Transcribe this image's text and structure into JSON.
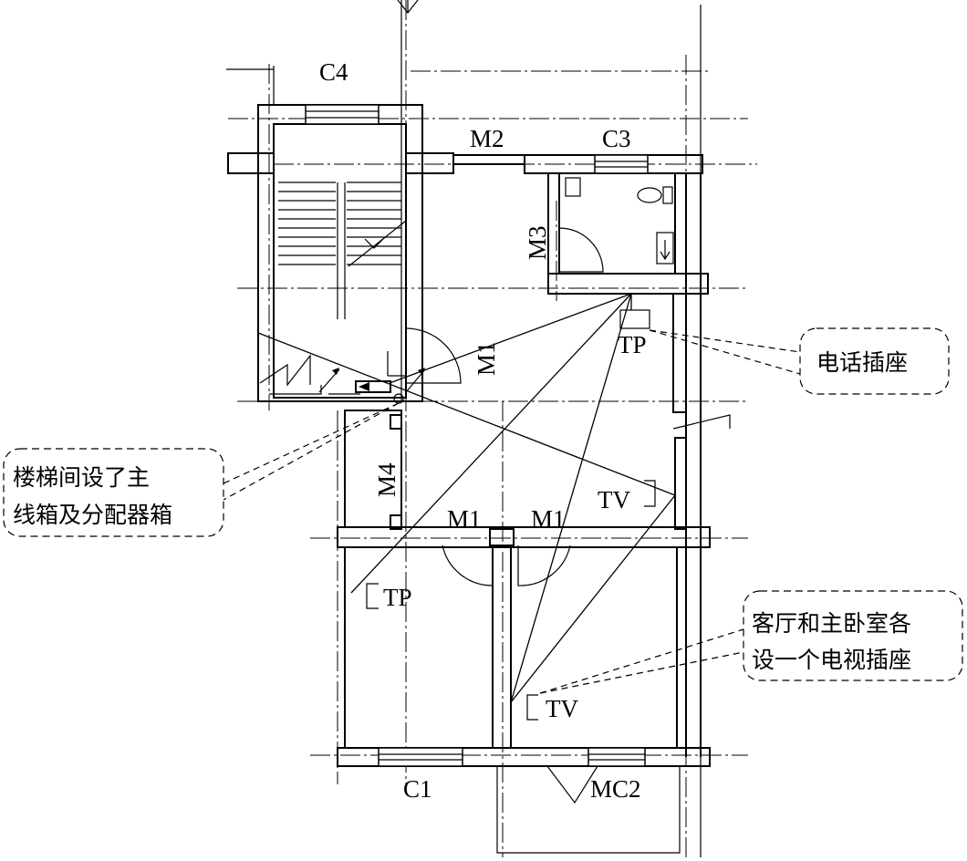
{
  "labels": {
    "c4": "C4",
    "m2": "M2",
    "c3": "C3",
    "m3": "M3",
    "m1_stair": "M1",
    "tp_upper": "TP",
    "m4": "M4",
    "m1_left": "M1",
    "m1_right": "M1",
    "tv_upper": "TV",
    "tp_lower": "TP",
    "tv_lower": "TV",
    "c1": "C1",
    "mc2": "MC2"
  },
  "callouts": {
    "phone": "电话插座",
    "stair_line1": "楼梯间设了主",
    "stair_line2": "线箱及分配器箱",
    "tv_line1": "客厅和主卧室各",
    "tv_line2": "设一个电视插座"
  },
  "icons": [
    "north-arrow-icon",
    "toilet-icon",
    "floor-drain-icon",
    "distribution-box-icon"
  ]
}
